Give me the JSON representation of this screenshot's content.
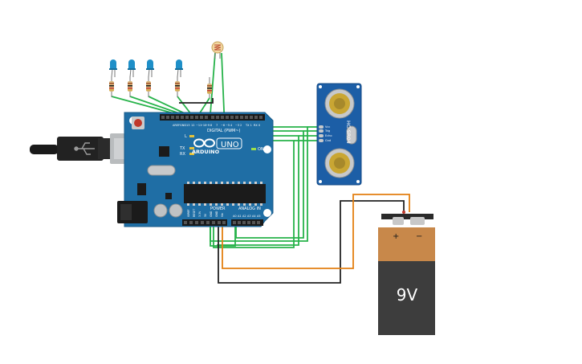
{
  "arduino": {
    "logo_text": "ARDUINO",
    "model": "UNO",
    "digital_label": "DIGITAL (PWM~)",
    "power_label": "POWER",
    "analog_label": "ANALOG IN",
    "on_label": "ON",
    "l_label": "L",
    "tx_label": "TX",
    "rx_label": "RX",
    "aref_label": "AREF",
    "gnd_label": "GND",
    "digital_pins": [
      "13",
      "12",
      "~11",
      "~10",
      "~9",
      "8",
      "7",
      "~6",
      "~5",
      "4",
      "~3",
      "2",
      "TX 1",
      "RX 0"
    ],
    "power_pins": [
      "IOREF",
      "RESET",
      "3.3V",
      "5V",
      "GND",
      "GND",
      "Vin"
    ],
    "analog_pins": [
      "A0",
      "A1",
      "A2",
      "A3",
      "A4",
      "A5"
    ]
  },
  "ultrasonic_sensor": {
    "model": "HC-SR04",
    "pins": [
      "Vcc",
      "Trig",
      "Echo",
      "Gnd"
    ]
  },
  "battery": {
    "label": "9V",
    "plus": "+",
    "minus": "−"
  },
  "colors": {
    "board": "#1f6ea5",
    "sensor": "#1c5ea6",
    "wire_signal": "#27b34a",
    "wire_ground": "#222222",
    "wire_power": "#e37f10",
    "led": "#1e8fc8",
    "battery_top": "#c8884a",
    "battery_body": "#3d3d3d"
  }
}
